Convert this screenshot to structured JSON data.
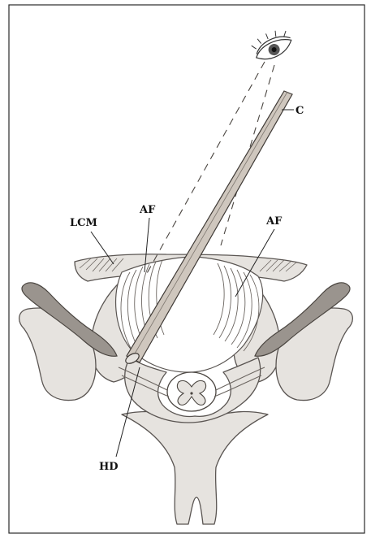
{
  "labels": {
    "cannula": "C",
    "annulus_left": "AF",
    "annulus_right": "AF",
    "ligament": "LCM",
    "herniated_disc": "HD"
  },
  "colors": {
    "frame": "#2a2a2a",
    "bone_fill": "#e6e3df",
    "bone_stroke": "#5a5552",
    "rod_fill": "#cfc7be",
    "fiber": "#6b6560",
    "ink": "#111111"
  },
  "icons": {
    "observer": "eye-icon"
  }
}
